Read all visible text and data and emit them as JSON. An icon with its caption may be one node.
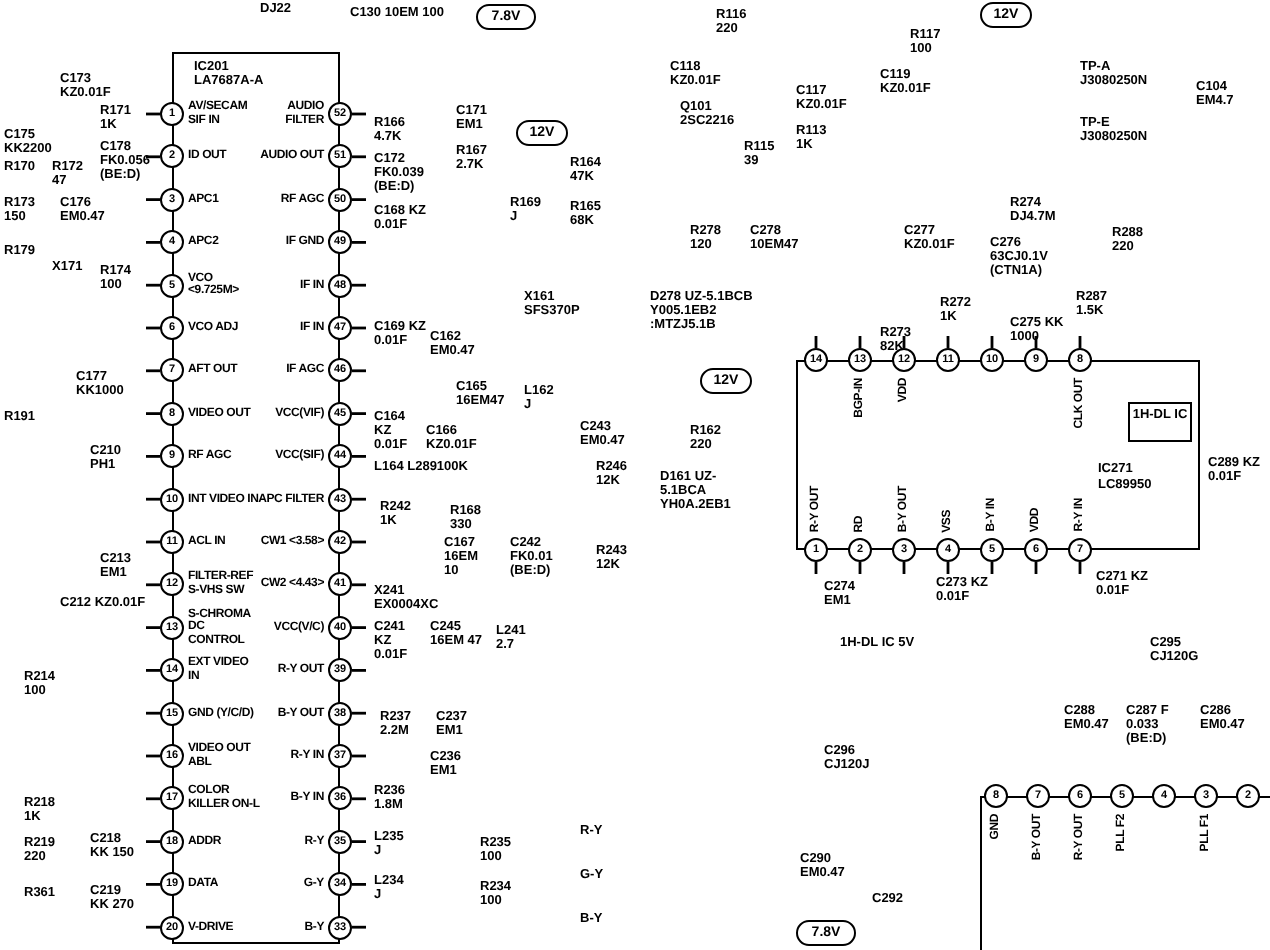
{
  "diagram": {
    "nodes": [
      {
        "text": [
          "IC201",
          "LA7687A-A"
        ]
      },
      {
        "text": [
          "1"
        ],
        "beside": [
          "AV/SECAM SIF IN"
        ]
      },
      {
        "text": [
          "2"
        ],
        "beside": [
          "ID OUT"
        ]
      },
      {
        "text": [
          "3"
        ],
        "beside": [
          "APC1"
        ]
      },
      {
        "text": [
          "4"
        ],
        "beside": [
          "APC2"
        ]
      },
      {
        "text": [
          "5"
        ],
        "beside": [
          "VCO <9.725M>"
        ]
      },
      {
        "text": [
          "6"
        ],
        "beside": [
          "VCO ADJ"
        ]
      },
      {
        "text": [
          "7"
        ],
        "beside": [
          "AFT OUT"
        ]
      },
      {
        "text": [
          "8"
        ],
        "beside": [
          "VIDEO OUT"
        ]
      },
      {
        "text": [
          "9"
        ],
        "beside": [
          "RF AGC"
        ]
      },
      {
        "text": [
          "10"
        ],
        "beside": [
          "INT VIDEO IN"
        ]
      },
      {
        "text": [
          "11"
        ],
        "beside": [
          "ACL IN"
        ]
      },
      {
        "text": [
          "12"
        ],
        "beside": [
          "FILTER-REF S-VHS SW"
        ]
      },
      {
        "text": [
          "13"
        ],
        "beside": [
          "S-CHROMA DC CONTROL"
        ]
      },
      {
        "text": [
          "14"
        ],
        "beside": [
          "EXT VIDEO IN"
        ]
      },
      {
        "text": [
          "15"
        ],
        "beside": [
          "GND (Y/C/D)"
        ]
      },
      {
        "text": [
          "16"
        ],
        "beside": [
          "VIDEO OUT ABL"
        ]
      },
      {
        "text": [
          "17"
        ],
        "beside": [
          "COLOR KILLER ON-L"
        ]
      },
      {
        "text": [
          "18"
        ],
        "beside": [
          "ADDR"
        ]
      },
      {
        "text": [
          "19"
        ],
        "beside": [
          "DATA"
        ]
      },
      {
        "text": [
          "20"
        ],
        "beside": [
          "V-DRIVE"
        ]
      },
      {
        "text": [
          "52"
        ],
        "beside": [
          "AUDIO FILTER"
        ]
      },
      {
        "text": [
          "51"
        ],
        "beside": [
          "AUDIO OUT"
        ]
      },
      {
        "text": [
          "50"
        ],
        "beside": [
          "RF AGC"
        ]
      },
      {
        "text": [
          "49"
        ],
        "beside": [
          "IF GND"
        ]
      },
      {
        "text": [
          "48"
        ],
        "beside": [
          "IF IN"
        ]
      },
      {
        "text": [
          "47"
        ],
        "beside": [
          "IF IN"
        ]
      },
      {
        "text": [
          "46"
        ],
        "beside": [
          "IF AGC"
        ]
      },
      {
        "text": [
          "45"
        ],
        "beside": [
          "VCC(VIF)"
        ]
      },
      {
        "text": [
          "44"
        ],
        "beside": [
          "VCC(SIF)"
        ]
      },
      {
        "text": [
          "43"
        ],
        "beside": [
          "APC FILTER"
        ]
      },
      {
        "text": [
          "42"
        ],
        "beside": [
          "CW1 <3.58>"
        ]
      },
      {
        "text": [
          "41"
        ],
        "beside": [
          "CW2 <4.43>"
        ]
      },
      {
        "text": [
          "40"
        ],
        "beside": [
          "VCC(V/C)"
        ]
      },
      {
        "text": [
          "39"
        ],
        "beside": [
          "R-Y OUT"
        ]
      },
      {
        "text": [
          "38"
        ],
        "beside": [
          "B-Y OUT"
        ]
      },
      {
        "text": [
          "37"
        ],
        "beside": [
          "R-Y IN"
        ]
      },
      {
        "text": [
          "36"
        ],
        "beside": [
          "B-Y IN"
        ]
      },
      {
        "text": [
          "35"
        ],
        "beside": [
          "R-Y"
        ]
      },
      {
        "text": [
          "34"
        ],
        "beside": [
          "G-Y"
        ]
      },
      {
        "text": [
          "33"
        ],
        "beside": [
          "B-Y"
        ]
      },
      {
        "text": [
          "IC271",
          "LC89950"
        ]
      },
      {
        "text": [
          "1H-DL IC"
        ],
        "in": 41
      },
      {
        "text": [
          "14"
        ]
      },
      {
        "text": [
          "13"
        ],
        "beside": [
          "BGP-IN"
        ]
      },
      {
        "text": [
          "12"
        ],
        "beside": [
          "VDD"
        ]
      },
      {
        "text": [
          "11"
        ]
      },
      {
        "text": [
          "10"
        ]
      },
      {
        "text": [
          "9"
        ]
      },
      {
        "text": [
          "8"
        ],
        "beside": [
          "CLK OUT"
        ]
      },
      {
        "text": [
          "1"
        ],
        "beside": [
          "R-Y OUT"
        ]
      },
      {
        "text": [
          "2"
        ],
        "beside": [
          "RD"
        ]
      },
      {
        "text": [
          "3"
        ],
        "beside": [
          "B-Y OUT"
        ]
      },
      {
        "text": [
          "4"
        ],
        "beside": [
          "VSS"
        ]
      },
      {
        "text": [
          "5"
        ],
        "beside": [
          "B-Y IN"
        ]
      },
      {
        "text": [
          "6"
        ],
        "beside": [
          "VDD"
        ]
      },
      {
        "text": [
          "7"
        ],
        "beside": [
          "R-Y IN"
        ]
      },
      {
        "text": [],
        "shape": "box"
      },
      {
        "text": [
          "8"
        ],
        "beside": [
          "GND"
        ]
      },
      {
        "text": [
          "7"
        ],
        "beside": [
          "B-Y OUT"
        ]
      },
      {
        "text": [
          "6"
        ],
        "beside": [
          "R-Y OUT"
        ]
      },
      {
        "text": [
          "5"
        ],
        "beside": [
          "PLL F2"
        ]
      },
      {
        "text": [
          "4"
        ]
      },
      {
        "text": [
          "3"
        ],
        "beside": [
          "PLL F1"
        ]
      },
      {
        "text": [
          "2"
        ]
      },
      {
        "text": [
          "7.8V"
        ]
      },
      {
        "text": [
          "12V"
        ]
      },
      {
        "text": [
          "12V"
        ]
      },
      {
        "text": [
          "12V"
        ]
      },
      {
        "text": [
          "7.8V"
        ]
      }
    ],
    "labels": [
      "DJ22",
      "C130 10EM 100",
      "C173 KZ0.01F",
      "R171 1K",
      "C175 KK2200",
      "C178 FK0.056 (BE:D)",
      "R170",
      "R172 47",
      "R173 150",
      "C176 EM0.47",
      "R179",
      "X171",
      "R174 100",
      "C177 KK1000",
      "R191",
      "C210 PH1",
      "C213 EM1",
      "C212 KZ0.01F",
      "R214 100",
      "R218 1K",
      "R219 220",
      "C218 KK 150",
      "R361",
      "C219 KK 270",
      "R166 4.7K",
      "C171 EM1",
      "R167 2.7K",
      "C172 FK0.039 (BE:D)",
      "R164 47K",
      "C168 KZ 0.01F",
      "R169 J",
      "R165 68K",
      "X161 SFS370P",
      "C169 KZ 0.01F",
      "C162 EM0.47",
      "C165 16EM47",
      "L162 J",
      "C164 KZ 0.01F",
      "C166 KZ0.01F",
      "L164 L289100K",
      "C243 EM0.47",
      "R246 12K",
      "R162 220",
      "D161 UZ-5.1BCA YH0A.2EB1",
      "R242 1K",
      "R168 330",
      "C167 16EM 10",
      "C242 FK0.01 (BE:D)",
      "R243 12K",
      "X241 EX0004XC",
      "C241 KZ 0.01F",
      "C245 16EM 47",
      "L241 2.7",
      "R237 2.2M",
      "C237 EM1",
      "C236 EM1",
      "R236 1.8M",
      "L235 J",
      "R235 100",
      "R-Y",
      "L234 J",
      "R234 100",
      "G-Y",
      "B-Y",
      "R116 220",
      "C118 KZ0.01F",
      "Q101 2SC2216",
      "R115 39",
      "R117 100",
      "C119 KZ0.01F",
      "C117 KZ0.01F",
      "R113 1K",
      "TP-A J3080250N",
      "C104 EM4.7",
      "TP-E J3080250N",
      "R274 DJ4.7M",
      "R278 120",
      "C278 10EM47",
      "C277 KZ0.01F",
      "C276 63CJ0.1V (CTN1A)",
      "R288 220",
      "D278 UZ-5.1BCB Y005.1EB2 :MTZJ5.1B",
      "R272 1K",
      "R287 1.5K",
      "R273 82K",
      "C275 KK 1000",
      "C289 KZ 0.01F",
      "C274 EM1",
      "C273 KZ 0.01F",
      "C271 KZ 0.01F",
      "1H-DL IC 5V",
      "C295 CJ120G",
      "C288 EM0.47",
      "C287 F 0.033 (BE:D)",
      "C286 EM0.47",
      "C296 CJ120J",
      "C290 EM0.47",
      "C292"
    ]
  }
}
